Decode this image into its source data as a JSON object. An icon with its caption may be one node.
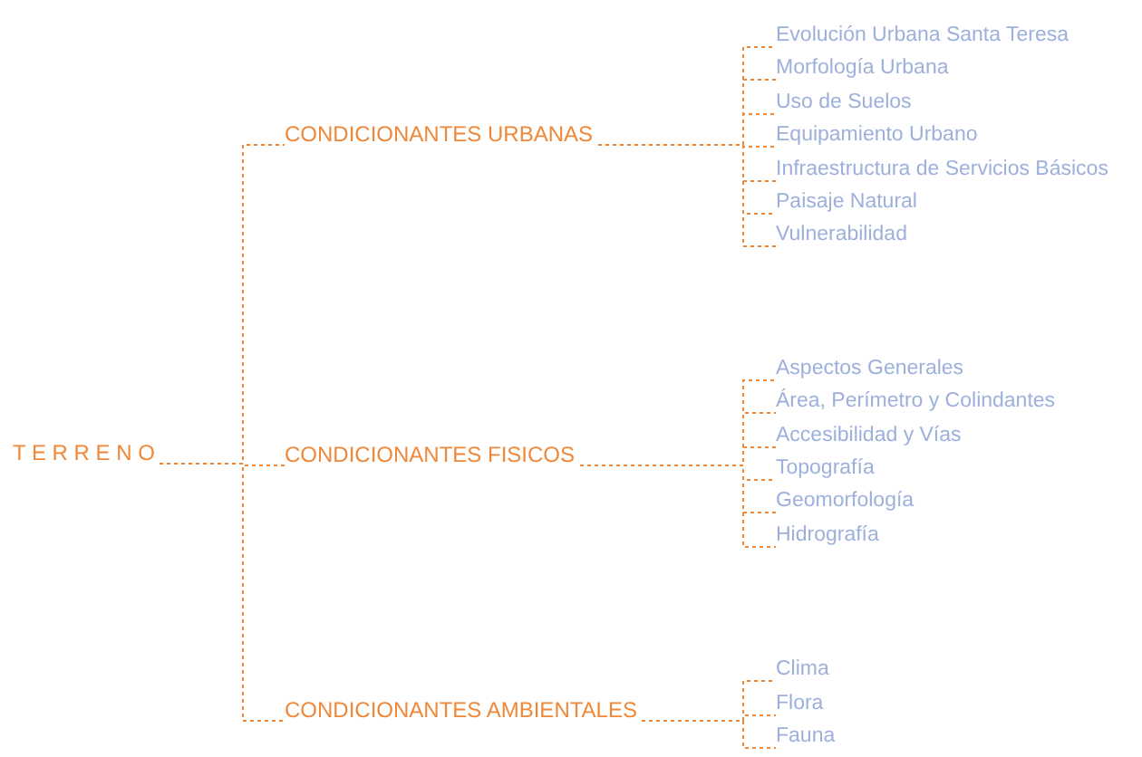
{
  "diagram": {
    "nodes": [
      {
        "text": [
          "T E R R E N O"
        ]
      },
      {
        "text": [
          "CONDICIONANTES URBANAS"
        ]
      },
      {
        "text": [
          "CONDICIONANTES FISICOS"
        ]
      },
      {
        "text": [
          "CONDICIONANTES AMBIENTALES"
        ]
      },
      {
        "text": [
          "Evolución Urbana Santa Teresa"
        ]
      },
      {
        "text": [
          "Morfología Urbana"
        ]
      },
      {
        "text": [
          "Uso de Suelos"
        ]
      },
      {
        "text": [
          "Equipamiento Urbano"
        ]
      },
      {
        "text": [
          "Infraestructura de Servicios Básicos"
        ]
      },
      {
        "text": [
          "Paisaje Natural"
        ]
      },
      {
        "text": [
          "Vulnerabilidad"
        ]
      },
      {
        "text": [
          "Aspectos Generales"
        ]
      },
      {
        "text": [
          "Área, Perímetro y Colindantes"
        ]
      },
      {
        "text": [
          "Accesibilidad y Vías"
        ]
      },
      {
        "text": [
          "Topografía"
        ]
      },
      {
        "text": [
          "Geomorfología"
        ]
      },
      {
        "text": [
          "Hidrografía"
        ]
      },
      {
        "text": [
          "Clima"
        ]
      },
      {
        "text": [
          "Flora"
        ]
      },
      {
        "text": [
          "Fauna"
        ]
      }
    ],
    "edges": [
      {
        "from": 0,
        "to": 1,
        "arrow": "none",
        "style": "dashed"
      },
      {
        "from": 0,
        "to": 2,
        "arrow": "none",
        "style": "dashed"
      },
      {
        "from": 0,
        "to": 3,
        "arrow": "none",
        "style": "dashed"
      },
      {
        "from": 1,
        "to": 4,
        "arrow": "none",
        "style": "dashed"
      },
      {
        "from": 1,
        "to": 5,
        "arrow": "none",
        "style": "dashed"
      },
      {
        "from": 1,
        "to": 6,
        "arrow": "none",
        "style": "dashed"
      },
      {
        "from": 1,
        "to": 7,
        "arrow": "none",
        "style": "dashed"
      },
      {
        "from": 1,
        "to": 8,
        "arrow": "none",
        "style": "dashed"
      },
      {
        "from": 1,
        "to": 9,
        "arrow": "none",
        "style": "dashed"
      },
      {
        "from": 1,
        "to": 10,
        "arrow": "none",
        "style": "dashed"
      },
      {
        "from": 2,
        "to": 11,
        "arrow": "none",
        "style": "dashed"
      },
      {
        "from": 2,
        "to": 12,
        "arrow": "none",
        "style": "dashed"
      },
      {
        "from": 2,
        "to": 13,
        "arrow": "none",
        "style": "dashed"
      },
      {
        "from": 2,
        "to": 14,
        "arrow": "none",
        "style": "dashed"
      },
      {
        "from": 2,
        "to": 15,
        "arrow": "none",
        "style": "dashed"
      },
      {
        "from": 2,
        "to": 16,
        "arrow": "none",
        "style": "dashed"
      },
      {
        "from": 3,
        "to": 17,
        "arrow": "none",
        "style": "dashed"
      },
      {
        "from": 3,
        "to": 18,
        "arrow": "none",
        "style": "dashed"
      },
      {
        "from": 3,
        "to": 19,
        "arrow": "none",
        "style": "dashed"
      }
    ]
  }
}
